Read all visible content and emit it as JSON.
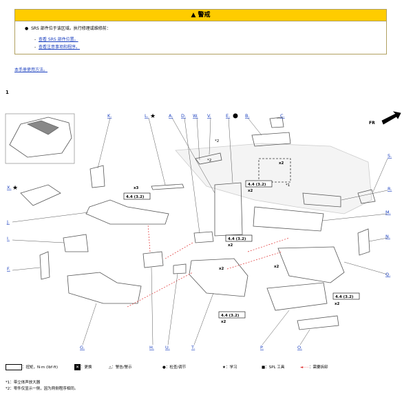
{
  "warning": {
    "title": "警戒",
    "bullet": "SRS 部件位于该区域。执行修理或维修前：",
    "links": [
      "查看 SRS 部件位置。",
      "查看注意事项和程序。"
    ]
  },
  "manual_link": "本手册使用方法。",
  "step_number": "1",
  "arrow_label": "FR",
  "part_labels": {
    "K": "K.",
    "L": "L.",
    "A": "A.",
    "D": "D.",
    "W": "W.",
    "V": "V.",
    "E": "E.",
    "B": "B.",
    "C": "C.",
    "S": "S.",
    "R": "R.",
    "M": "M.",
    "N": "N.",
    "Q": "Q.",
    "X": "X.",
    "J": "J.",
    "I": "I.",
    "F": "F.",
    "G": "G.",
    "H": "H.",
    "U": "U.",
    "T": "T.",
    "P": "P.",
    "O": "O."
  },
  "callouts": {
    "x2": "x2",
    "x3": "x3",
    "star1": "*1",
    "star2": "*2",
    "torque_44": "4.4 (3.2)"
  },
  "legend": {
    "torque": "：扭矩，N·m (lbf·ft)",
    "replace": "：更换",
    "caution": "：警告/警示",
    "check": "：检查/调节",
    "learn": "：学习",
    "spl": "：SPL 工具",
    "removal": "：需要拆卸"
  },
  "notes": [
    "*1：带立体声放大器",
    "*2：零件仅显示一侧，因为两侧程序相同。"
  ]
}
